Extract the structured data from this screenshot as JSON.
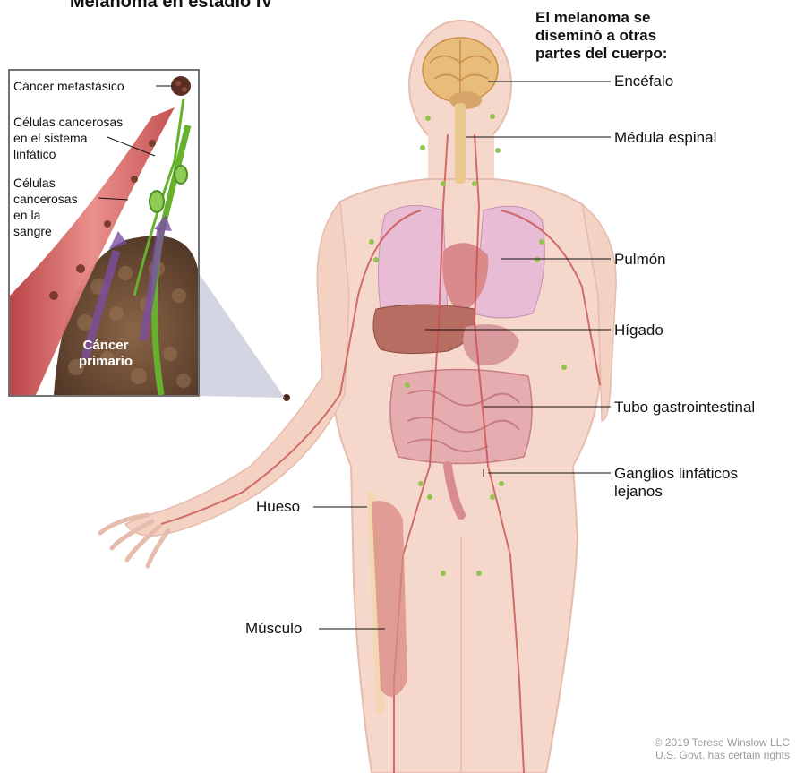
{
  "title": "Melanoma en estadio IV",
  "subtitle_lines": [
    "El melanoma se",
    "diseminó a otras",
    "partes del cuerpo:"
  ],
  "labels": {
    "brain": "Encéfalo",
    "spinal_cord": "Médula espinal",
    "lung": "Pulmón",
    "liver": "Hígado",
    "gi_tract": "Tubo gastrointestinal",
    "lymph_nodes": [
      "Ganglios linfáticos",
      "lejanos"
    ],
    "bone": "Hueso",
    "muscle": "Músculo"
  },
  "inset": {
    "metastatic": "Cáncer metastásico",
    "lymph_cells": [
      "Células cancerosas",
      "en el sistema",
      "linfático"
    ],
    "blood_cells": [
      "Células",
      "cancerosas",
      "en la",
      "sangre"
    ],
    "primary": [
      "Cáncer",
      "primario"
    ]
  },
  "copyright": [
    "© 2019 Terese Winslow LLC",
    "U.S. Govt. has certain rights"
  ],
  "colors": {
    "skin": "#f4d2c4",
    "skin_outline": "#e2b3a3",
    "lung": "#e7b9d2",
    "liver": "#b76c63",
    "intestine": "#e3a9ad",
    "brain": "#e3b777",
    "lymph": "#8fc24a",
    "vessel_red": "#c9504f",
    "inset_tissue": "#6b4a36",
    "arrow_purple": "#7a4fa0"
  }
}
